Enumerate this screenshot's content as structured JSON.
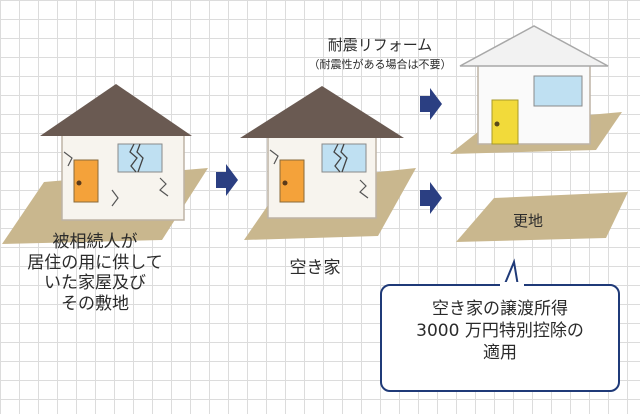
{
  "reform": {
    "title": "耐震リフォーム",
    "subtitle": "（耐震性がある場合は不要）"
  },
  "labels": {
    "inherited": "被相続人が\n居住の用に供して\nいた家屋及び\nその敷地",
    "vacant_house": "空き家",
    "vacant_land": "更地"
  },
  "callout": {
    "text": "空き家の譲渡所得\n3000 万円特別控除の\n適用"
  },
  "icons": [
    "old-house-icon",
    "vacant-house-icon",
    "reformed-house-icon",
    "vacant-lot-icon",
    "arrow-right-icon"
  ],
  "colors": {
    "roof": "#6a5a52",
    "lot": "#c9b78e",
    "door": "#f4a23a",
    "new_door": "#f2da3a",
    "window": "#bfe0f2",
    "arrow": "#2b3f82",
    "callout_border": "#1f3a78"
  }
}
